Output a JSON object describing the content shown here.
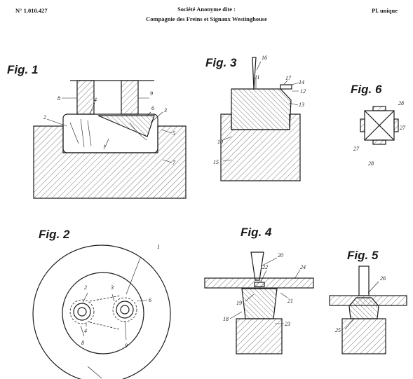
{
  "header": {
    "number": "N° 1.010.427",
    "company_line1": "Société Anonyme dite :",
    "company_line2": "Compagnie des Freins et Signaux Westinghouse",
    "plate": "Pl. unique"
  },
  "figures": {
    "fig1": {
      "label": "Fig. 1",
      "refs": [
        "8",
        "4",
        "9",
        "6",
        "2",
        "3",
        "1",
        "5",
        "7"
      ]
    },
    "fig2": {
      "label": "Fig. 2",
      "refs": [
        "1",
        "2",
        "3",
        "6",
        "4",
        "8",
        "9"
      ]
    },
    "fig3": {
      "label": "Fig. 3",
      "refs": [
        "16",
        "11",
        "17",
        "14",
        "12",
        "13",
        "10",
        "15"
      ]
    },
    "fig4": {
      "label": "Fig. 4",
      "refs": [
        "20",
        "22",
        "24",
        "19",
        "21",
        "18",
        "23"
      ]
    },
    "fig5": {
      "label": "Fig. 5",
      "refs": [
        "26",
        "25"
      ]
    },
    "fig6": {
      "label": "Fig. 6",
      "refs": [
        "28",
        "27",
        "27",
        "28"
      ]
    }
  }
}
